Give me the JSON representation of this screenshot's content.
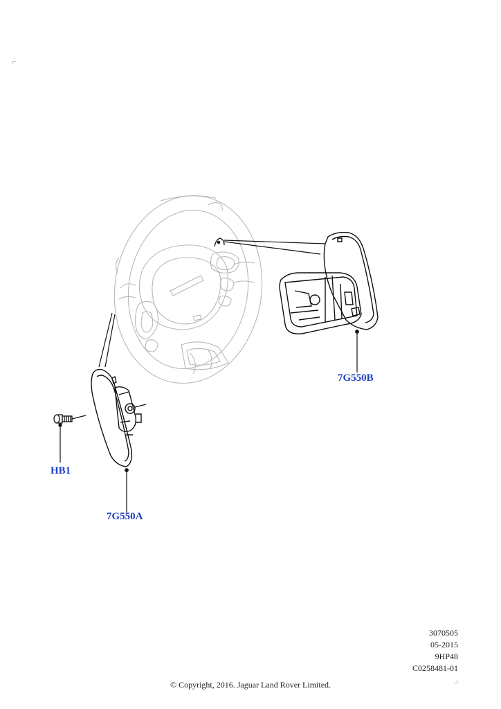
{
  "callouts": {
    "paddle_right": "7G550B",
    "paddle_left": "7G550A",
    "screw": "HB1"
  },
  "metadata": {
    "line1": "3070505",
    "line2": "05-2015",
    "line3": "9HP48",
    "line4": "C0258481-01"
  },
  "copyright": "© Copyright, 2016. Jaguar Land Rover Limited.",
  "colors": {
    "callout": "#1f3fbf",
    "wheel_stroke": "#b8b8b8",
    "part_stroke": "#111111"
  }
}
